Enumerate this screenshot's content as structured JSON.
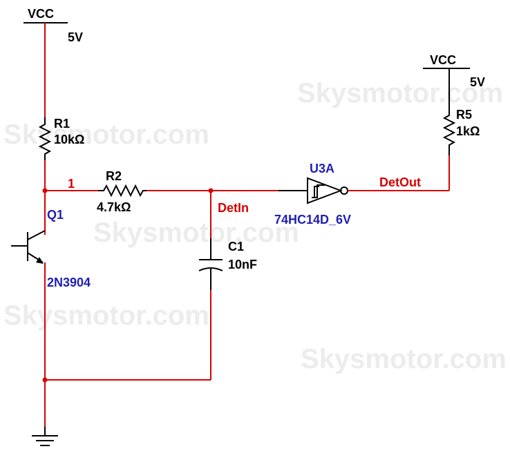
{
  "watermark": "Skysmotor.com",
  "colors": {
    "wire": "#d80000",
    "component": "#000000",
    "ref_designator": "#1f1fb4",
    "net_label": "#d80000"
  },
  "power": [
    {
      "name": "VCC",
      "value": "5V"
    },
    {
      "name": "VCC",
      "value": "5V"
    }
  ],
  "components": {
    "r1": {
      "ref": "R1",
      "value": "10kΩ"
    },
    "r2": {
      "ref": "R2",
      "value": "4.7kΩ"
    },
    "r5": {
      "ref": "R5",
      "value": "1kΩ"
    },
    "c1": {
      "ref": "C1",
      "value": "10nF"
    },
    "q1": {
      "ref": "Q1",
      "value": "2N3904"
    },
    "u3a": {
      "ref": "U3A",
      "value": "74HC14D_6V"
    }
  },
  "nets": {
    "n1": "1",
    "detin": "DetIn",
    "detout": "DetOut"
  },
  "symbols": [
    "ground-icon",
    "npn-transistor-icon",
    "schmitt-trigger-inverter-icon",
    "resistor-icon",
    "capacitor-icon"
  ]
}
